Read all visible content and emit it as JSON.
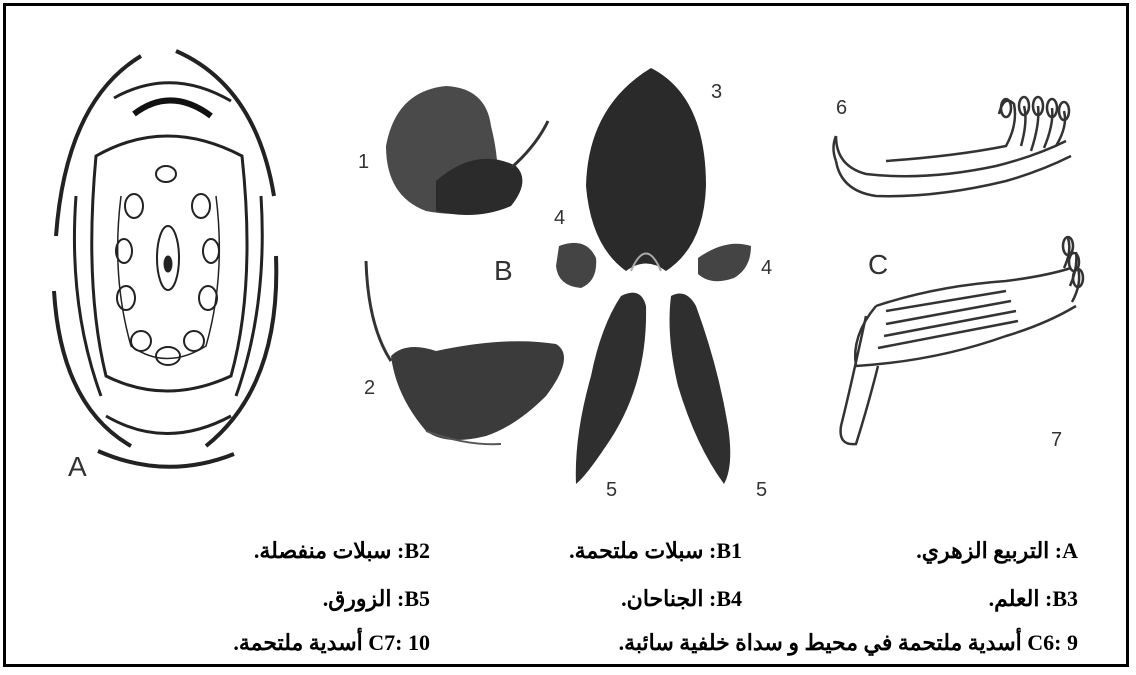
{
  "labels": {
    "A": "A",
    "B": "B",
    "C": "C",
    "n1": "1",
    "n2": "2",
    "n3": "3",
    "n4a": "4",
    "n4b": "4",
    "n5a": "5",
    "n5b": "5",
    "n6": "6",
    "n7": "7"
  },
  "captions": {
    "row1": {
      "right": "A: التربيع الزهري.",
      "middle": "B1: سبلات ملتحمة.",
      "left": "B2: سبلات منفصلة."
    },
    "row2": {
      "right": "B3: العلم.",
      "middle": "B4: الجناحان.",
      "left": "B5: الزورق."
    },
    "row3": {
      "right": "C6: 9 أسدية ملتحمة في محيط و سداة خلفية سائبة.",
      "left": "C7: 10 أسدية ملتحمة."
    }
  }
}
